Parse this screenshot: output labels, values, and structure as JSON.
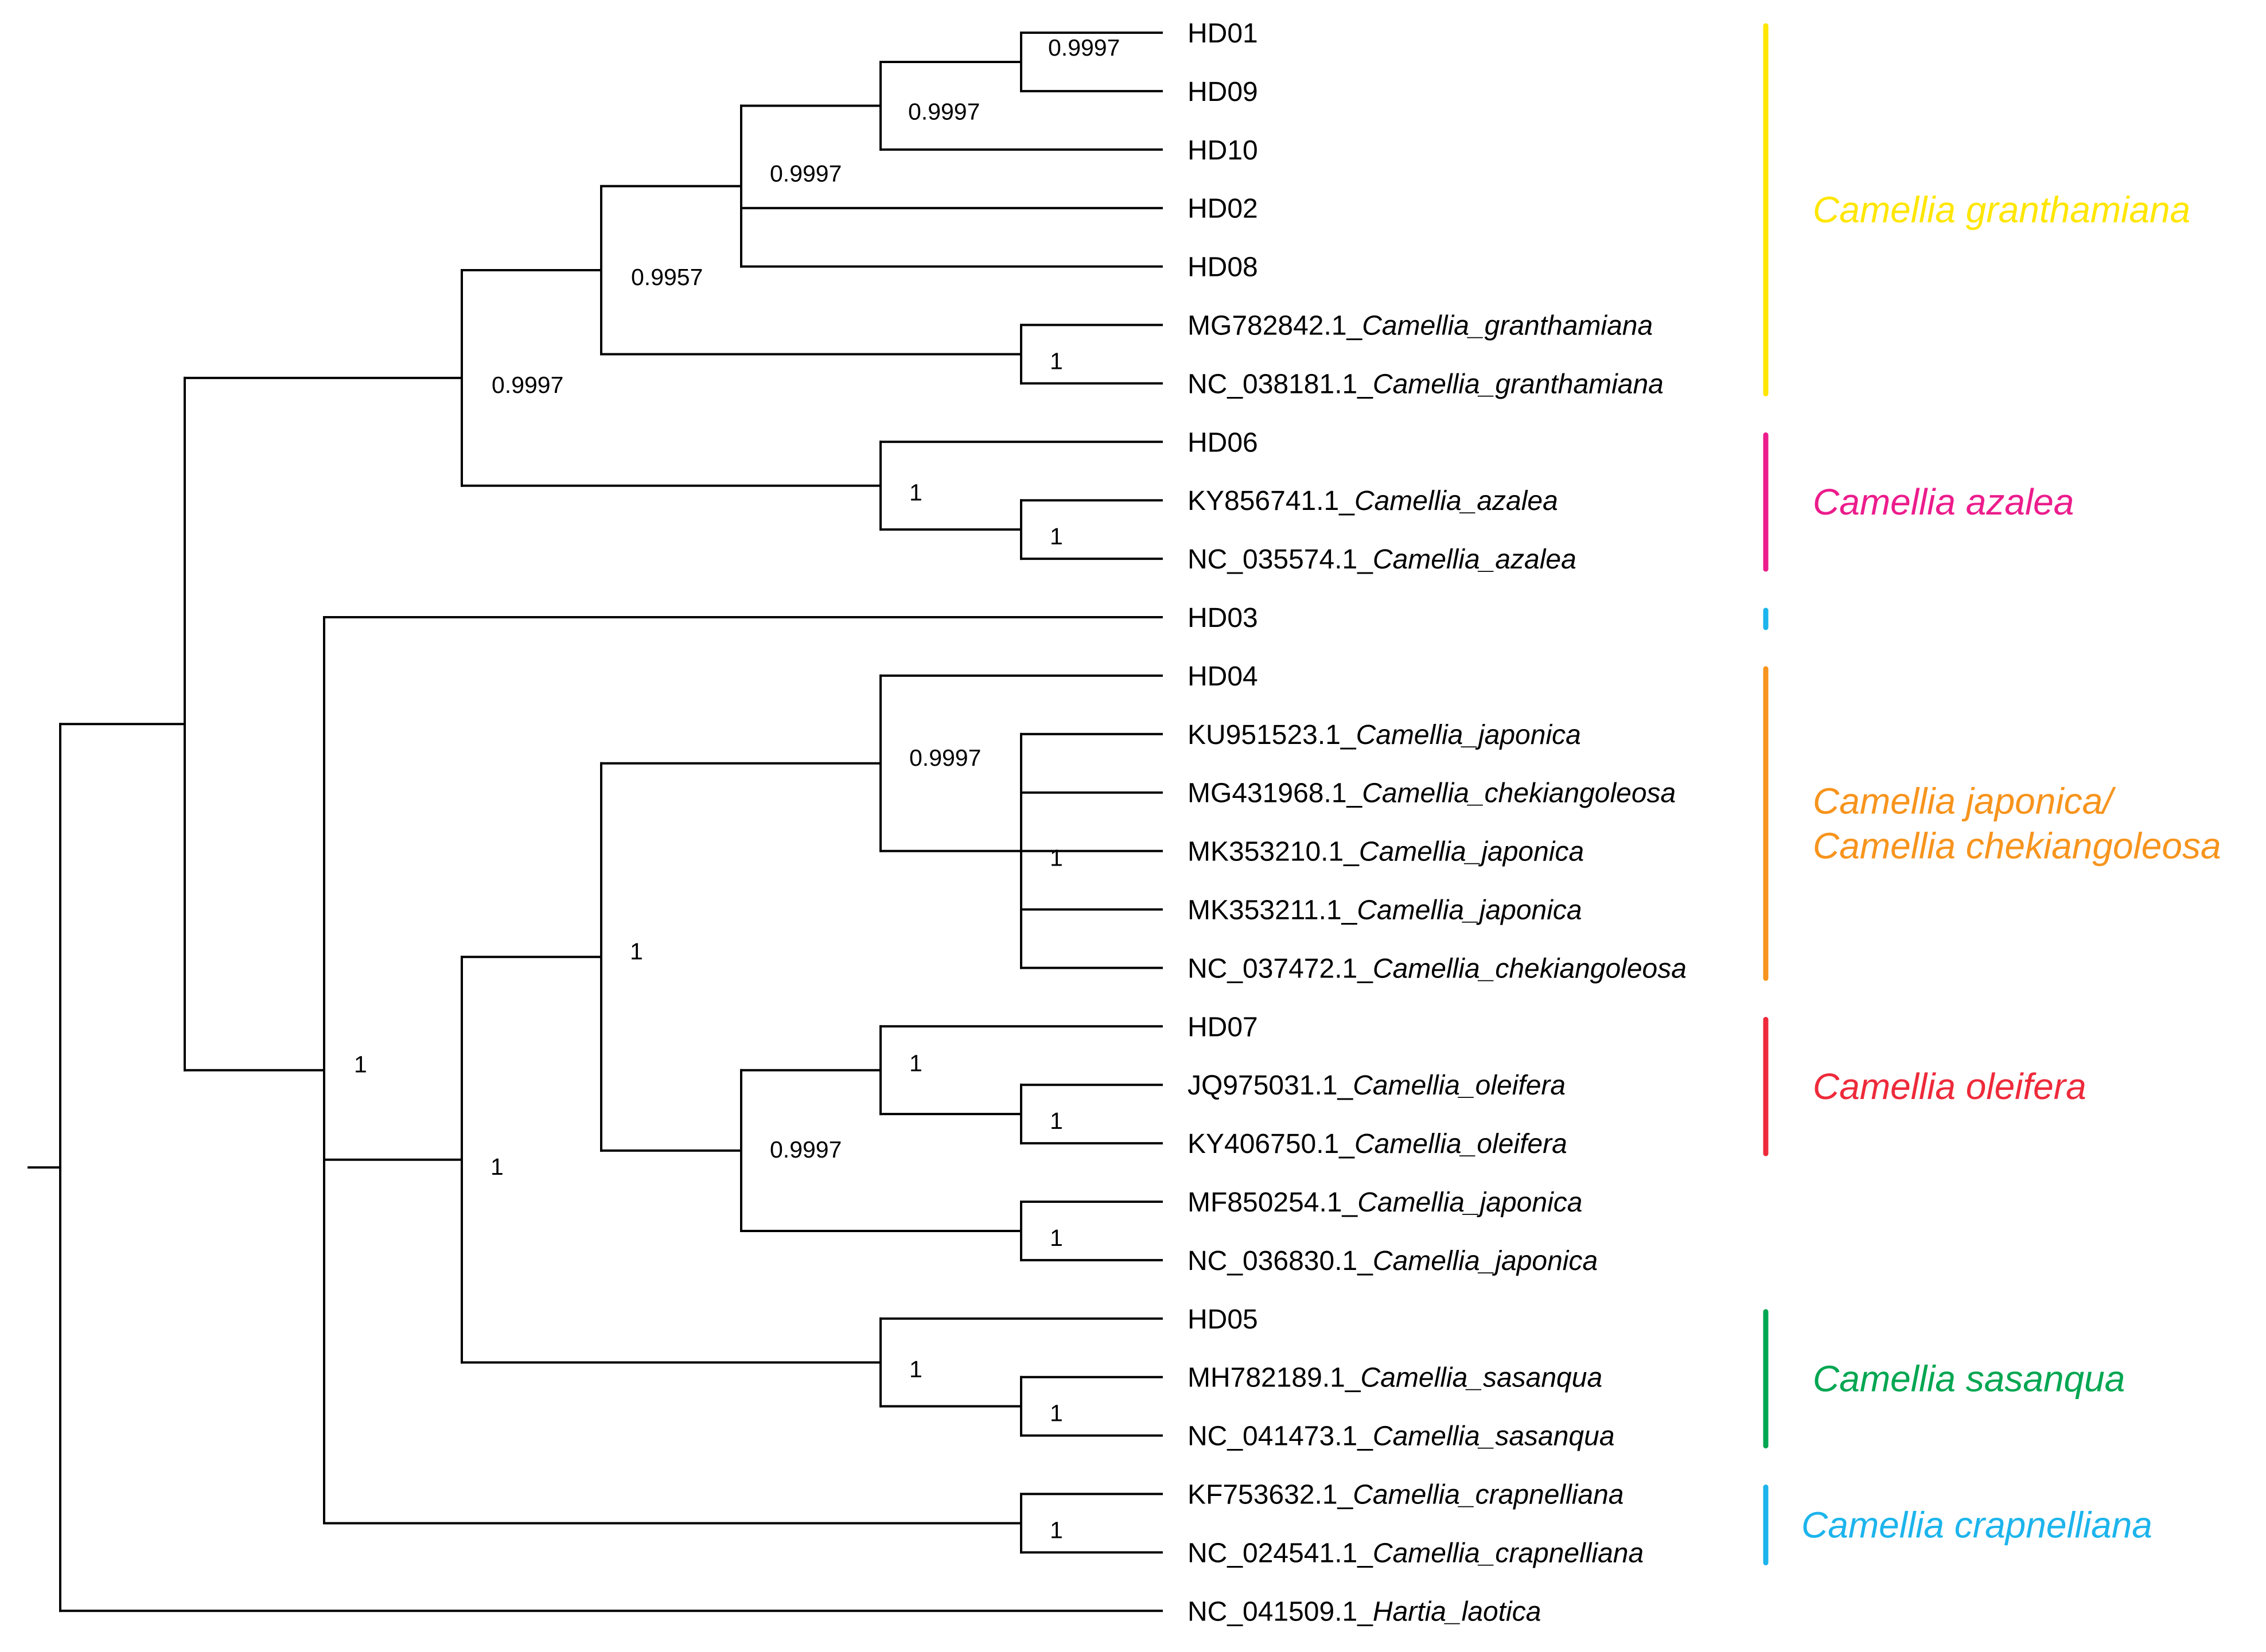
{
  "tips": [
    {
      "id": "HD01",
      "acc": "HD01",
      "sp": ""
    },
    {
      "id": "HD09",
      "acc": "HD09",
      "sp": ""
    },
    {
      "id": "HD10",
      "acc": "HD10",
      "sp": ""
    },
    {
      "id": "HD02",
      "acc": "HD02",
      "sp": ""
    },
    {
      "id": "HD08",
      "acc": "HD08",
      "sp": ""
    },
    {
      "id": "MG782842",
      "acc": "MG782842.1_",
      "sp": "Camellia_granthamiana"
    },
    {
      "id": "NC_038181",
      "acc": "NC_038181.1_",
      "sp": "Camellia_granthamiana"
    },
    {
      "id": "HD06",
      "acc": "HD06",
      "sp": ""
    },
    {
      "id": "KY856741",
      "acc": "KY856741.1_",
      "sp": "Camellia_azalea"
    },
    {
      "id": "NC_035574",
      "acc": "NC_035574.1_",
      "sp": "Camellia_azalea"
    },
    {
      "id": "HD03",
      "acc": "HD03",
      "sp": ""
    },
    {
      "id": "HD04",
      "acc": "HD04",
      "sp": ""
    },
    {
      "id": "KU951523",
      "acc": "KU951523.1_",
      "sp": "Camellia_japonica"
    },
    {
      "id": "MG431968",
      "acc": "MG431968.1_",
      "sp": "Camellia_chekiangoleosa"
    },
    {
      "id": "MK353210",
      "acc": "MK353210.1_",
      "sp": "Camellia_japonica"
    },
    {
      "id": "MK353211",
      "acc": "MK353211.1_",
      "sp": "Camellia_japonica"
    },
    {
      "id": "NC_037472",
      "acc": "NC_037472.1_",
      "sp": "Camellia_chekiangoleosa"
    },
    {
      "id": "HD07",
      "acc": "HD07",
      "sp": ""
    },
    {
      "id": "JQ975031",
      "acc": "JQ975031.1_",
      "sp": "Camellia_oleifera"
    },
    {
      "id": "KY406750",
      "acc": "KY406750.1_",
      "sp": "Camellia_oleifera"
    },
    {
      "id": "MF850254",
      "acc": "MF850254.1_",
      "sp": "Camellia_japonica"
    },
    {
      "id": "NC_036830",
      "acc": "NC_036830.1_",
      "sp": "Camellia_japonica"
    },
    {
      "id": "HD05",
      "acc": "HD05",
      "sp": ""
    },
    {
      "id": "MH782189",
      "acc": "MH782189.1_",
      "sp": "Camellia_sasanqua"
    },
    {
      "id": "NC_041473",
      "acc": "NC_041473.1_",
      "sp": "Camellia_sasanqua"
    },
    {
      "id": "KF753632",
      "acc": "KF753632.1_",
      "sp": "Camellia_crapnelliana"
    },
    {
      "id": "NC_024541",
      "acc": "NC_024541.1_",
      "sp": "Camellia_crapnelliana"
    },
    {
      "id": "NC_041509",
      "acc": "NC_041509.1_",
      "sp": "Hartia_laotica"
    }
  ],
  "nodes": [
    {
      "id": "n_hd01_hd09",
      "children": [
        "HD01",
        "HD09"
      ],
      "support": "0.9997"
    },
    {
      "id": "n_hd_trio",
      "children": [
        "n_hd01_hd09",
        "HD10"
      ],
      "support": "0.9997"
    },
    {
      "id": "n_hd_five",
      "children": [
        "n_hd_trio",
        "HD02",
        "HD08"
      ],
      "support": "0.9997"
    },
    {
      "id": "n_gran_ref",
      "children": [
        "MG782842",
        "NC_038181"
      ],
      "support": "1"
    },
    {
      "id": "n_gran",
      "children": [
        "n_hd_five",
        "n_gran_ref"
      ],
      "support": "0.9957"
    },
    {
      "id": "n_aza_ref",
      "children": [
        "KY856741",
        "NC_035574"
      ],
      "support": "1"
    },
    {
      "id": "n_aza",
      "children": [
        "HD06",
        "n_aza_ref"
      ],
      "support": "1"
    },
    {
      "id": "n_gran_aza",
      "children": [
        "n_gran",
        "n_aza"
      ],
      "support": "0.9997"
    },
    {
      "id": "n_jap_poly",
      "children": [
        "KU951523",
        "MG431968",
        "MK353210",
        "MK353211",
        "NC_037472"
      ],
      "support": "1"
    },
    {
      "id": "n_jap",
      "children": [
        "HD04",
        "n_jap_poly"
      ],
      "support": "0.9997"
    },
    {
      "id": "n_ole_ref",
      "children": [
        "JQ975031",
        "KY406750"
      ],
      "support": "1"
    },
    {
      "id": "n_ole",
      "children": [
        "HD07",
        "n_ole_ref"
      ],
      "support": "1"
    },
    {
      "id": "n_mf_nc",
      "children": [
        "MF850254",
        "NC_036830"
      ],
      "support": "1"
    },
    {
      "id": "n_ole_mf",
      "children": [
        "n_ole",
        "n_mf_nc"
      ],
      "support": "0.9997"
    },
    {
      "id": "n_jap_ole",
      "children": [
        "n_jap",
        "n_ole_mf"
      ],
      "support": "1"
    },
    {
      "id": "n_sas_ref",
      "children": [
        "MH782189",
        "NC_041473"
      ],
      "support": "1"
    },
    {
      "id": "n_sas",
      "children": [
        "HD05",
        "n_sas_ref"
      ],
      "support": "1"
    },
    {
      "id": "n_core",
      "children": [
        "n_jap_ole",
        "n_sas"
      ],
      "support": "1"
    },
    {
      "id": "n_crap",
      "children": [
        "KF753632",
        "NC_024541"
      ],
      "support": "1"
    },
    {
      "id": "n_big",
      "children": [
        "HD03",
        "n_core",
        "n_crap"
      ],
      "support": "1"
    },
    {
      "id": "n_camellia",
      "children": [
        "n_gran_aza",
        "n_big"
      ],
      "support": ""
    },
    {
      "id": "n_root",
      "children": [
        "n_camellia",
        "NC_041509"
      ],
      "support": ""
    }
  ],
  "groups": [
    {
      "id": "granthamiana",
      "lines": [
        "Camellia granthamiana"
      ],
      "color": "#FFE600",
      "from": "HD01",
      "to": "NC_038181"
    },
    {
      "id": "azalea",
      "lines": [
        "Camellia azalea"
      ],
      "color": "#EC1C8C",
      "from": "HD06",
      "to": "NC_035574"
    },
    {
      "id": "hd03",
      "lines": [],
      "color": "#1CB4EC",
      "from": "HD03",
      "to": "HD03"
    },
    {
      "id": "japonica",
      "lines": [
        "Camellia japonica/",
        "Camellia chekiangoleosa"
      ],
      "color": "#F7941D",
      "from": "HD04",
      "to": "NC_037472"
    },
    {
      "id": "oleifera",
      "lines": [
        "Camellia oleifera"
      ],
      "color": "#EE2A3A",
      "from": "HD07",
      "to": "KY406750"
    },
    {
      "id": "sasanqua",
      "lines": [
        "Camellia sasanqua"
      ],
      "color": "#00A651",
      "from": "HD05",
      "to": "NC_041473"
    },
    {
      "id": "crapnelliana",
      "lines": [
        "Camellia crapnelliana"
      ],
      "color": "#1CB4EC",
      "from": "KF753632",
      "to": "NC_024541"
    }
  ]
}
